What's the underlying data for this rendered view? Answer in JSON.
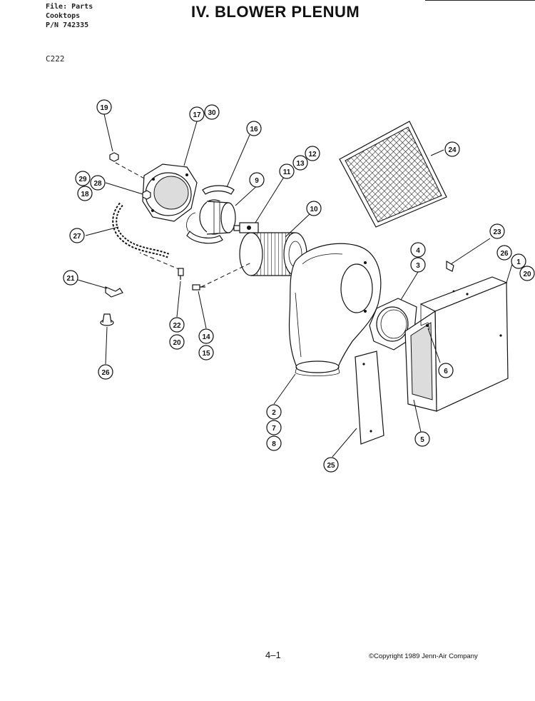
{
  "header": {
    "file_line": "File: Parts",
    "category_line": "Cooktops",
    "part_number_line": "P/N 742335",
    "model_code": "C222",
    "title": "IV. BLOWER PLENUM"
  },
  "footer": {
    "page_number": "4–1",
    "copyright": "©Copyright 1989 Jenn-Air Company"
  },
  "callouts": {
    "c19": "19",
    "c17": "17",
    "c30": "30",
    "c16": "16",
    "c12": "12",
    "c11": "11",
    "c13": "13",
    "c9": "9",
    "c10": "10",
    "c24": "24",
    "c29": "29",
    "c28": "28",
    "c18": "18",
    "c27": "27",
    "c21": "21",
    "c22": "22",
    "c20a": "20",
    "c14": "14",
    "c15": "15",
    "c26b": "26",
    "c4": "4",
    "c3": "3",
    "c23": "23",
    "c26": "26",
    "c1": "1",
    "c20b": "20",
    "c6": "6",
    "c2": "2",
    "c7": "7",
    "c8": "8",
    "c5": "5",
    "c25": "25"
  }
}
